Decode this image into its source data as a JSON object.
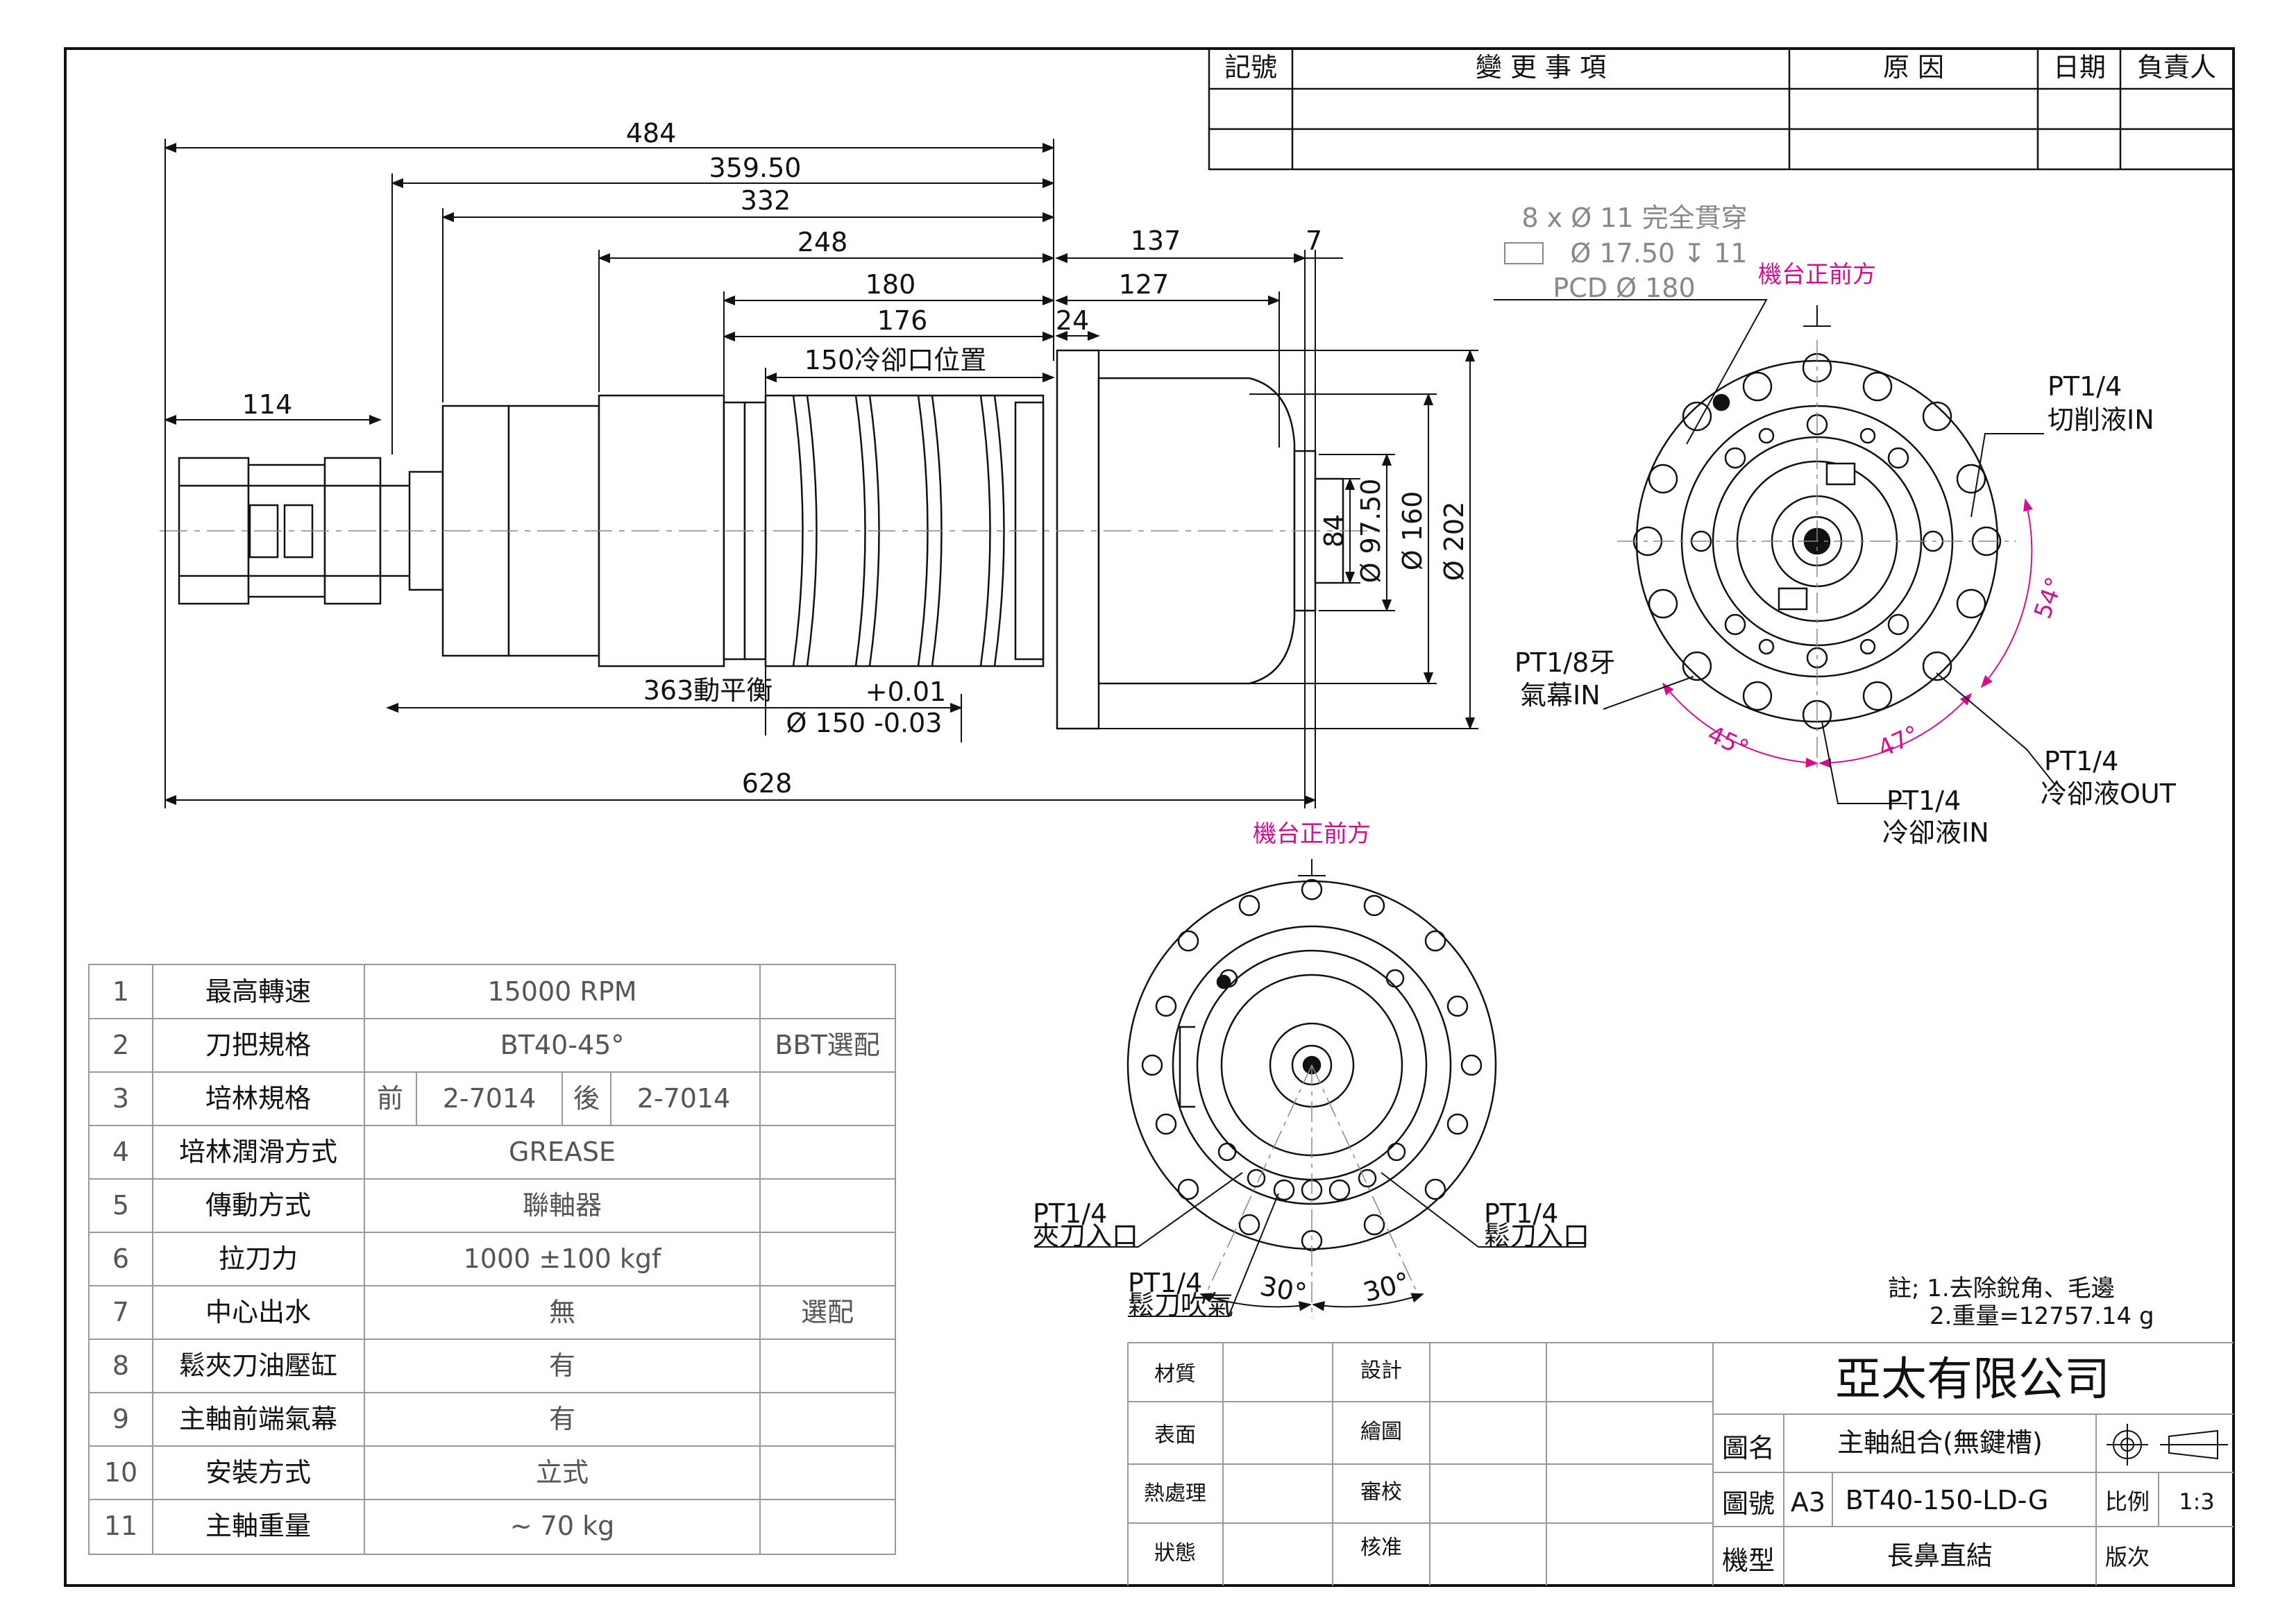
{
  "revision_table": {
    "headers": [
      "記號",
      "變 更 事 項",
      "原 因",
      "日期",
      "負責人"
    ]
  },
  "side_view": {
    "dims": {
      "d484": "484",
      "d359": "359.50",
      "d332": "332",
      "d248": "248",
      "d180": "180",
      "d176": "176",
      "d137": "137",
      "d127": "127",
      "d7": "7",
      "d24": "24",
      "d114": "114",
      "d628": "628",
      "d84": "84",
      "d97": "Ø 97.50",
      "d160": "Ø 160",
      "d202": "Ø 202"
    },
    "coolant_label": "150冷卻口位置",
    "balance_label": "363動平衡",
    "tol_upper": "+0.01",
    "tol_lower": "Ø 150 -0.03"
  },
  "front_view": {
    "hole_line1": "8 x Ø 11 完全貫穿",
    "hole_line2": "Ø 17.50 ↧ 11",
    "hole_line3": "PCD Ø 180",
    "machine_front": "機台正前方",
    "pt_cut_a": "PT1/4",
    "pt_cut_b": "切削液IN",
    "pt_air_a": "PT1/8牙",
    "pt_air_b": "氣幕IN",
    "pt_cin_a": "PT1/4",
    "pt_cin_b": "冷卻液IN",
    "pt_cout_a": "PT1/4",
    "pt_cout_b": "冷卻液OUT",
    "ang45": "45°",
    "ang47": "47°",
    "ang54": "54°"
  },
  "rear_view": {
    "machine_front": "機台正前方",
    "clamp_a": "PT1/4",
    "clamp_b": "夾刀入口",
    "release_a": "PT1/4",
    "release_b": "鬆刀入口",
    "blow_a": "PT1/4",
    "blow_b": "鬆刀吹氣",
    "ang_a": "30°",
    "ang_b": "30°"
  },
  "spec_table": {
    "rows": [
      {
        "no": "1",
        "item": "最高轉速",
        "value": "15000 RPM",
        "note": ""
      },
      {
        "no": "2",
        "item": "刀把規格",
        "value": "BT40-45°",
        "note": "BBT選配"
      },
      {
        "no": "3",
        "item": "培林規格",
        "front_label": "前",
        "front_value": "2-7014",
        "rear_label": "後",
        "rear_value": "2-7014",
        "note": ""
      },
      {
        "no": "4",
        "item": "培林潤滑方式",
        "value": "GREASE",
        "note": ""
      },
      {
        "no": "5",
        "item": "傳動方式",
        "value": "聯軸器",
        "note": ""
      },
      {
        "no": "6",
        "item": "拉刀力",
        "value": "1000 ±100 kgf",
        "note": ""
      },
      {
        "no": "7",
        "item": "中心出水",
        "value": "無",
        "note": "選配"
      },
      {
        "no": "8",
        "item": "鬆夾刀油壓缸",
        "value": "有",
        "note": ""
      },
      {
        "no": "9",
        "item": "主軸前端氣幕",
        "value": "有",
        "note": ""
      },
      {
        "no": "10",
        "item": "安裝方式",
        "value": "立式",
        "note": ""
      },
      {
        "no": "11",
        "item": "主軸重量",
        "value": "~ 70 kg",
        "note": ""
      }
    ]
  },
  "notes": {
    "line1": "註; 1.去除銳角、毛邊",
    "line2": "2.重量=12757.14 g"
  },
  "title_block": {
    "material": "材質",
    "surface": "表面",
    "heat": "熱處理",
    "state": "狀態",
    "design": "設計",
    "draw": "繪圖",
    "check": "審校",
    "approve": "核准",
    "company": "亞太有限公司",
    "drawing_name_label": "圖名",
    "drawing_name": "主軸組合(無鍵槽)",
    "drawing_no_label": "圖號",
    "sheet_size": "A3",
    "drawing_no": "BT40-150-LD-G",
    "scale_label": "比例",
    "scale": "1:3",
    "model_label": "機型",
    "model": "長鼻直結",
    "version_label": "版次"
  },
  "colors": {
    "line": "#111111",
    "thin": "#555555",
    "accent": "#d0108f",
    "leader_gray": "#888888"
  }
}
